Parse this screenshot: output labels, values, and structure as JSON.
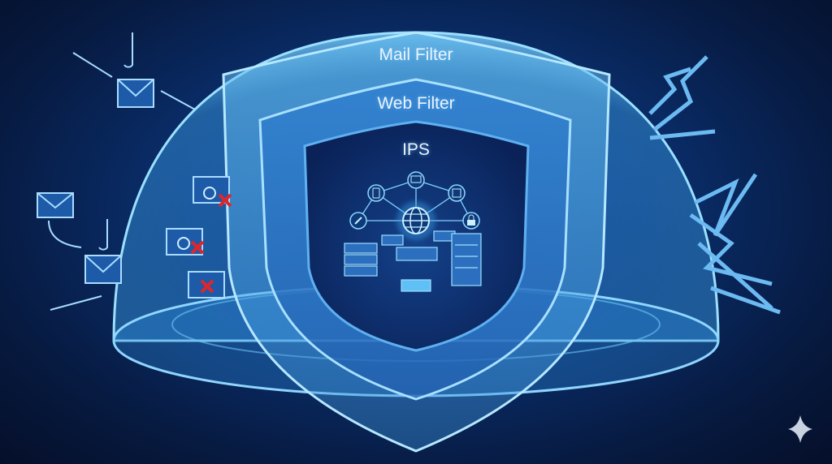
{
  "layers": {
    "outer": "Mail Filter",
    "middle": "Web Filter",
    "inner": "IPS"
  },
  "icons": {
    "threats_left": [
      "phishing-email-icon",
      "phishing-email-icon",
      "email-icon",
      "blocked-website-icon",
      "blocked-website-icon",
      "blocked-website-icon"
    ],
    "threats_right": [
      "attack-arrows-icon",
      "attack-arrows-icon"
    ],
    "center": [
      "globe-icon",
      "mobile-icon",
      "monitor-icon",
      "document-icon",
      "link-icon",
      "lock-icon",
      "server-icon"
    ],
    "corner": "sparkle-icon"
  },
  "colors": {
    "background": "#071a40",
    "dome": "#4fb6f0",
    "shield_glow": "#8fd6ff",
    "inner_shield": "#0a2a66",
    "block_mark": "#e0262a"
  }
}
